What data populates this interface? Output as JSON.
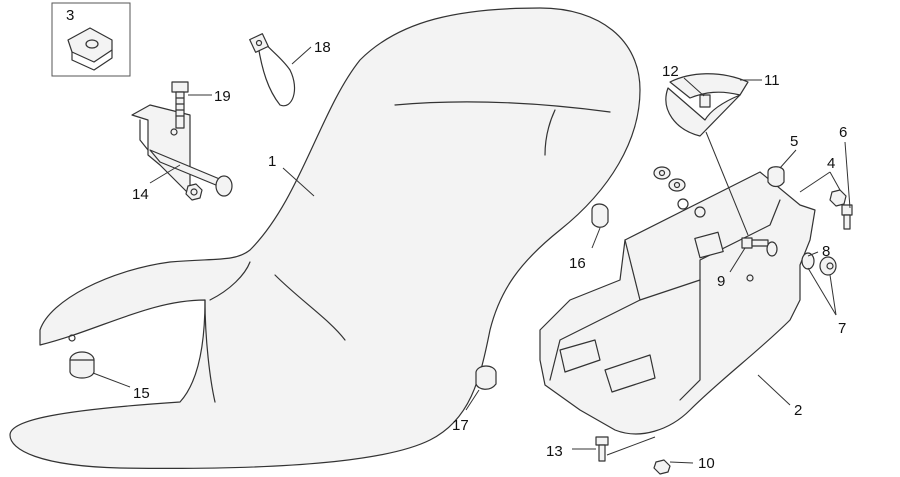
{
  "callouts": [
    {
      "id": "p1",
      "text": "1"
    },
    {
      "id": "p2",
      "text": "2"
    },
    {
      "id": "p3",
      "text": "3"
    },
    {
      "id": "p4",
      "text": "4"
    },
    {
      "id": "p5",
      "text": "5"
    },
    {
      "id": "p6",
      "text": "6"
    },
    {
      "id": "p7",
      "text": "7"
    },
    {
      "id": "p8",
      "text": "8"
    },
    {
      "id": "p9",
      "text": "9"
    },
    {
      "id": "p10",
      "text": "10"
    },
    {
      "id": "p11",
      "text": "11"
    },
    {
      "id": "p12",
      "text": "12"
    },
    {
      "id": "p13",
      "text": "13"
    },
    {
      "id": "p14",
      "text": "14"
    },
    {
      "id": "p15",
      "text": "15"
    },
    {
      "id": "p16",
      "text": "16"
    },
    {
      "id": "p17",
      "text": "17"
    },
    {
      "id": "p18",
      "text": "18"
    },
    {
      "id": "p19",
      "text": "19"
    }
  ]
}
